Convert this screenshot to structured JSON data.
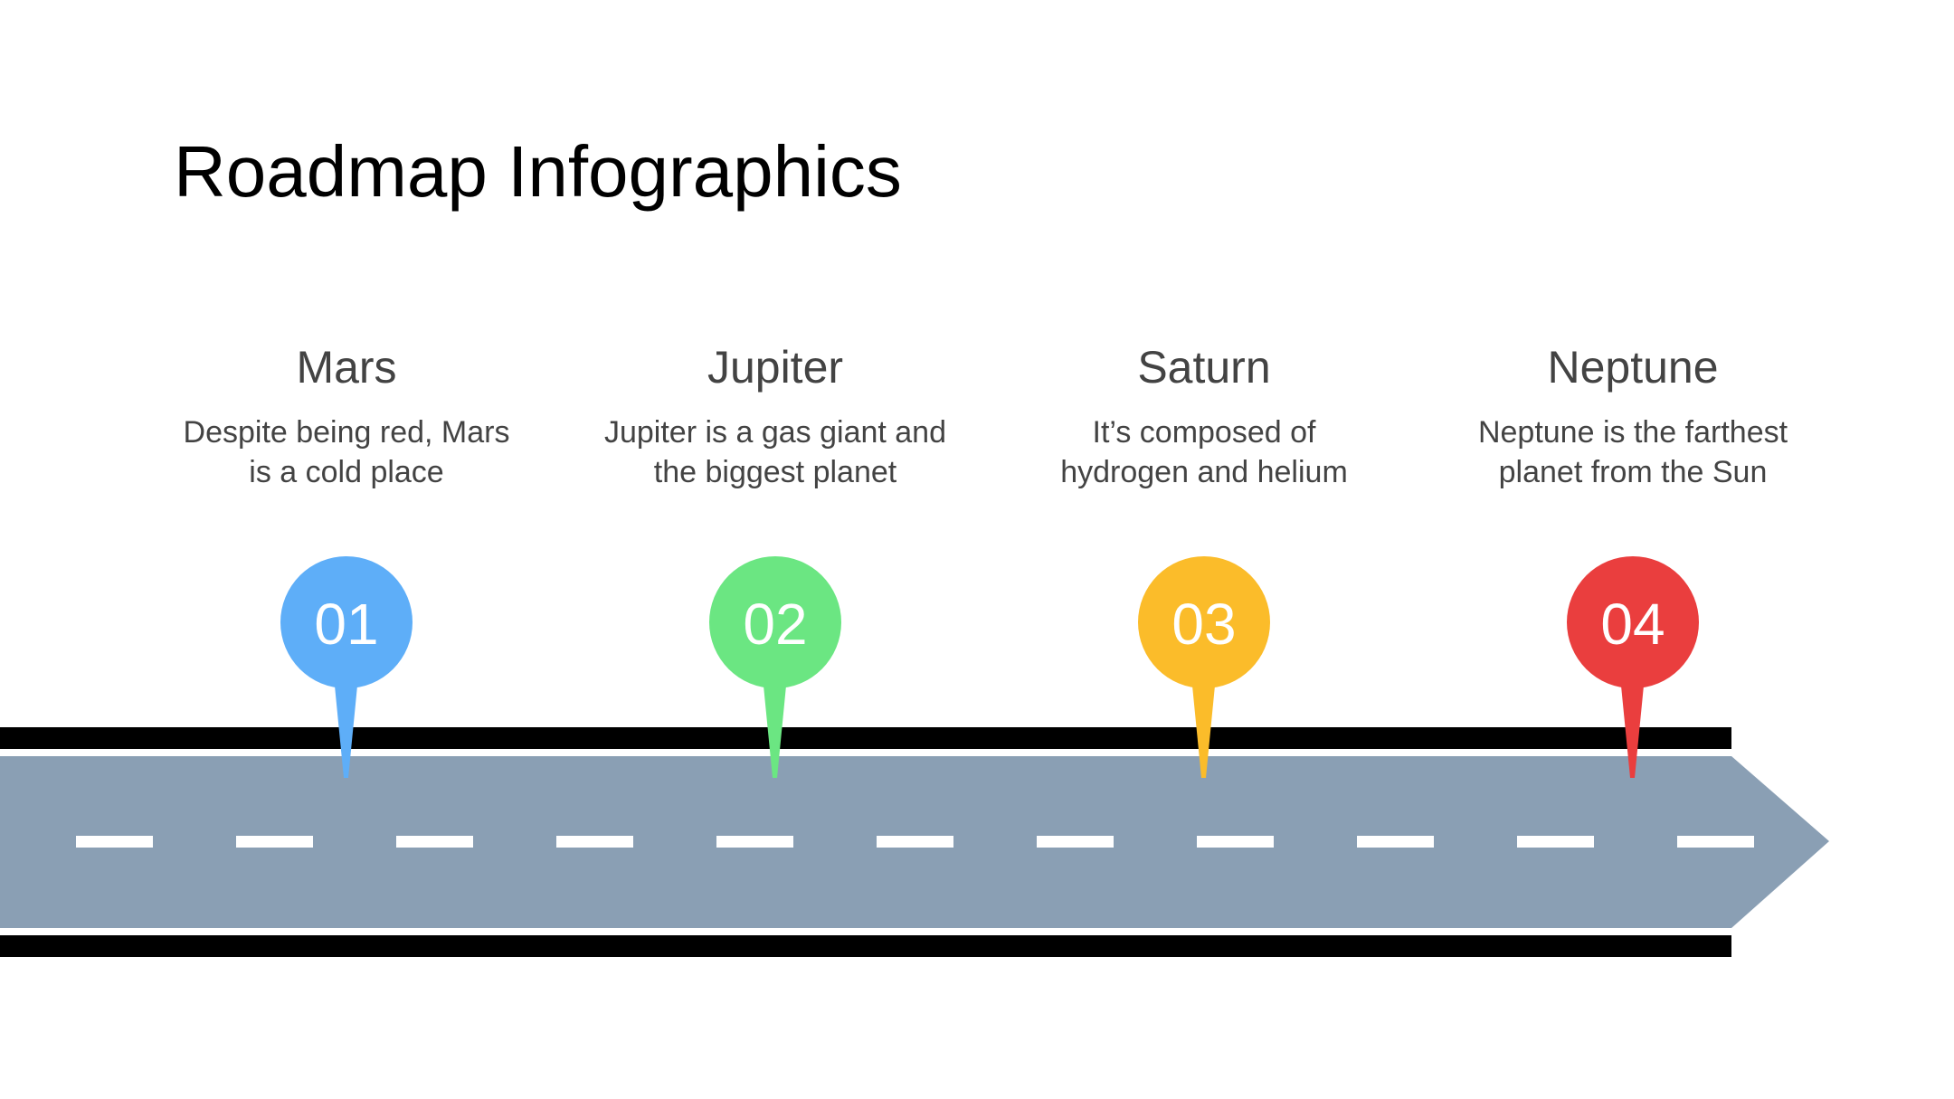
{
  "title": "Roadmap Infographics",
  "milestones": [
    {
      "number": "01",
      "name": "Mars",
      "desc_line1": "Despite being red, Mars",
      "desc_line2": "is a cold place",
      "color": "#5EAEF8"
    },
    {
      "number": "02",
      "name": "Jupiter",
      "desc_line1": "Jupiter is a gas giant and",
      "desc_line2": "the biggest planet",
      "color": "#6BE682"
    },
    {
      "number": "03",
      "name": "Saturn",
      "desc_line1": "It’s composed of",
      "desc_line2": "hydrogen and helium",
      "color": "#FBBC2A"
    },
    {
      "number": "04",
      "name": "Neptune",
      "desc_line1": "Neptune is the farthest",
      "desc_line2": "planet from the Sun",
      "color": "#EA3E3E"
    }
  ],
  "colors": {
    "road": "#8A9FB4",
    "road_edge": "#000000",
    "lane_dash": "#FFFFFF"
  }
}
